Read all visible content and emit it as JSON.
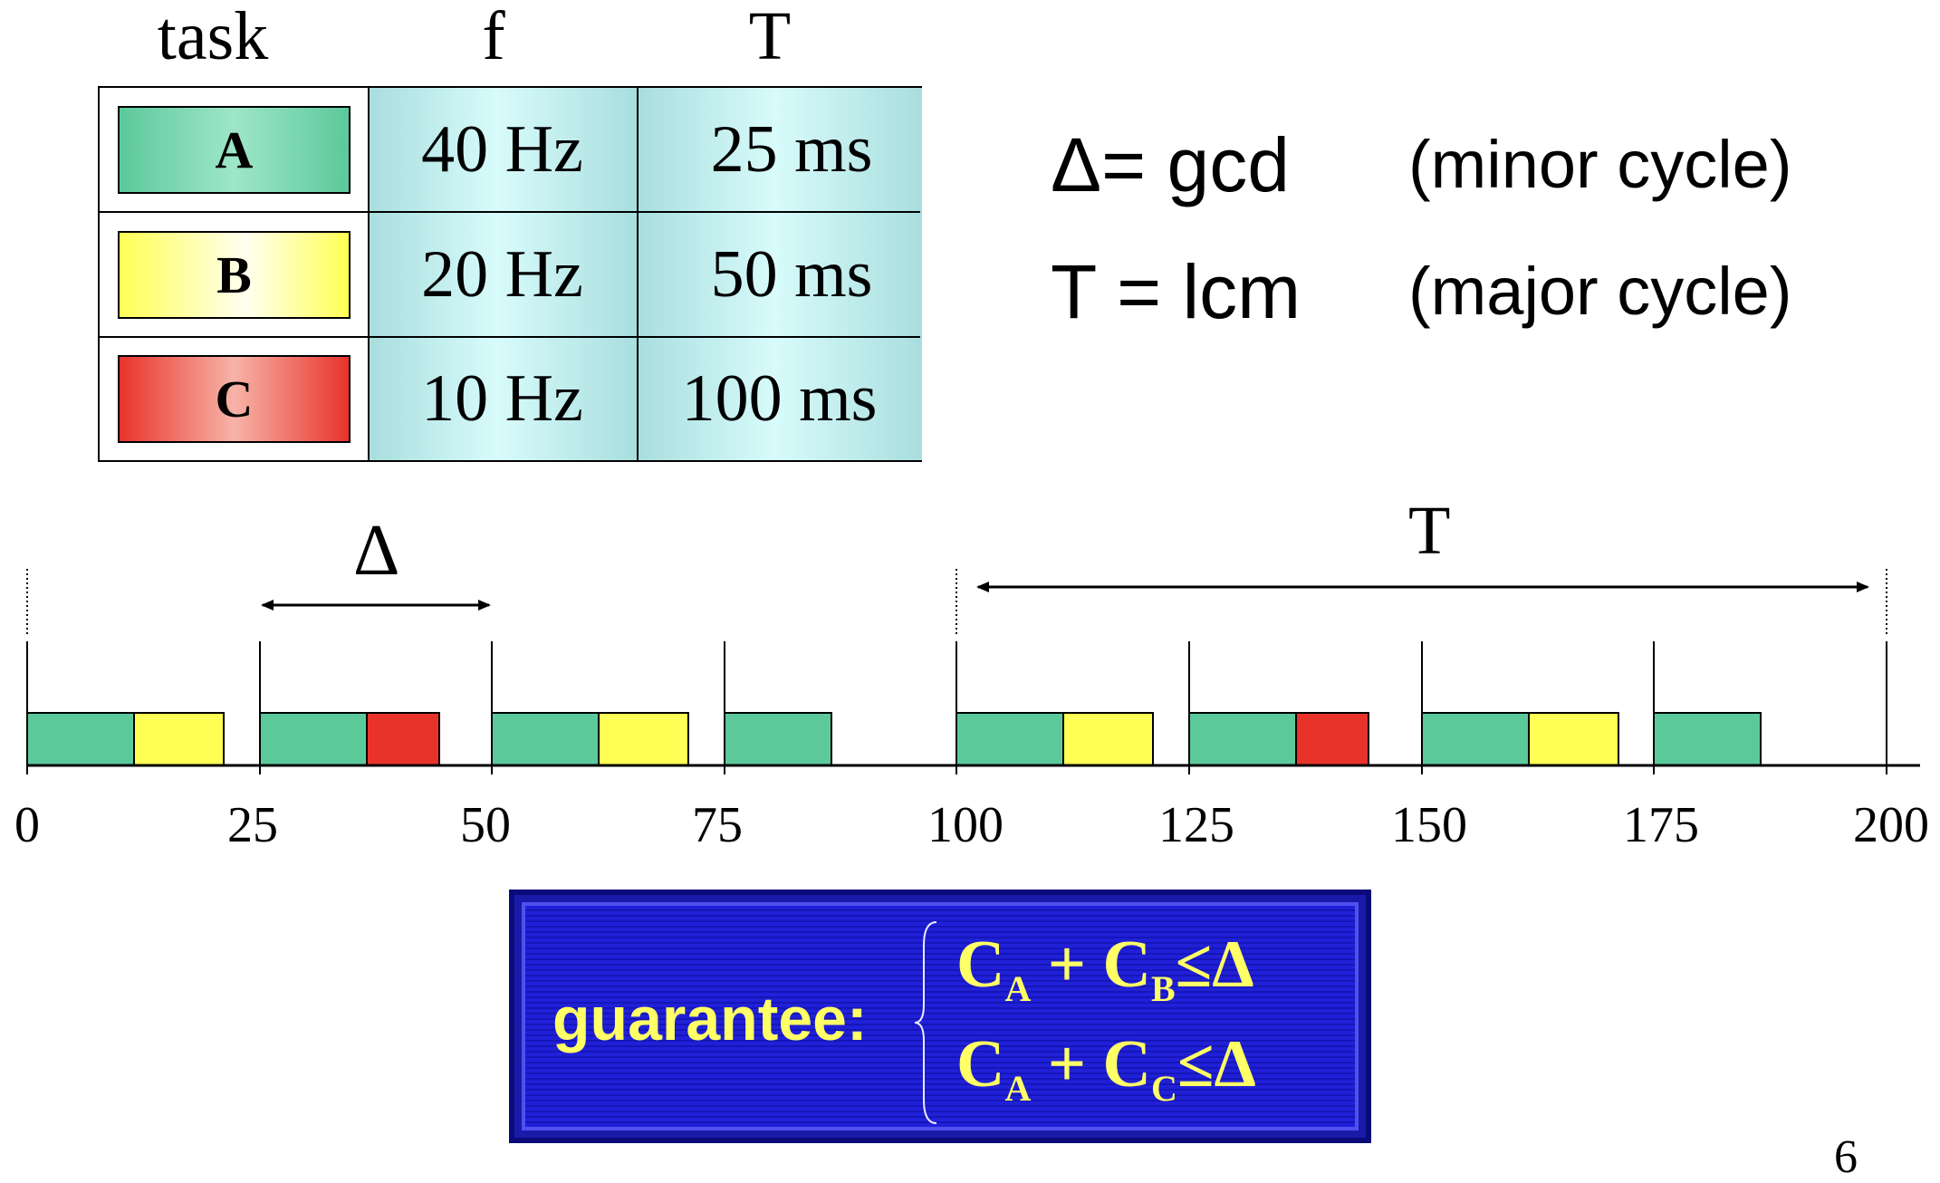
{
  "table": {
    "headers": {
      "task": "task",
      "f": "f",
      "T": "T"
    },
    "rows": [
      {
        "task": "A",
        "f": "40 Hz",
        "T": "25 ms",
        "color": "#5cc99a"
      },
      {
        "task": "B",
        "f": "20 Hz",
        "T": "50 ms",
        "color": "#ffff55"
      },
      {
        "task": "C",
        "f": "10 Hz",
        "T": "100 ms",
        "color": "#e8332a"
      }
    ]
  },
  "equations": {
    "minor": {
      "lhs": "Δ= gcd",
      "note": "(minor cycle)"
    },
    "major": {
      "lhs": "T = lcm",
      "note": "(major cycle)"
    }
  },
  "timeline": {
    "delta_label": "Δ",
    "T_label": "T",
    "ticks": [
      "0",
      "25",
      "50",
      "75",
      "100",
      "125",
      "150",
      "175",
      "200"
    ],
    "colors": {
      "A": "#5cc99a",
      "B": "#ffff55",
      "C": "#e8332a"
    }
  },
  "guarantee": {
    "label": "guarantee:",
    "line1": {
      "c1": "C",
      "s1": "A",
      "plus": " + ",
      "c2": "C",
      "s2": "B",
      "rel": "≤Δ"
    },
    "line2": {
      "c1": "C",
      "s1": "A",
      "plus": " + ",
      "c2": "C",
      "s2": "C",
      "rel": "≤Δ"
    },
    "color": "#ffff66"
  },
  "page_number": "6"
}
